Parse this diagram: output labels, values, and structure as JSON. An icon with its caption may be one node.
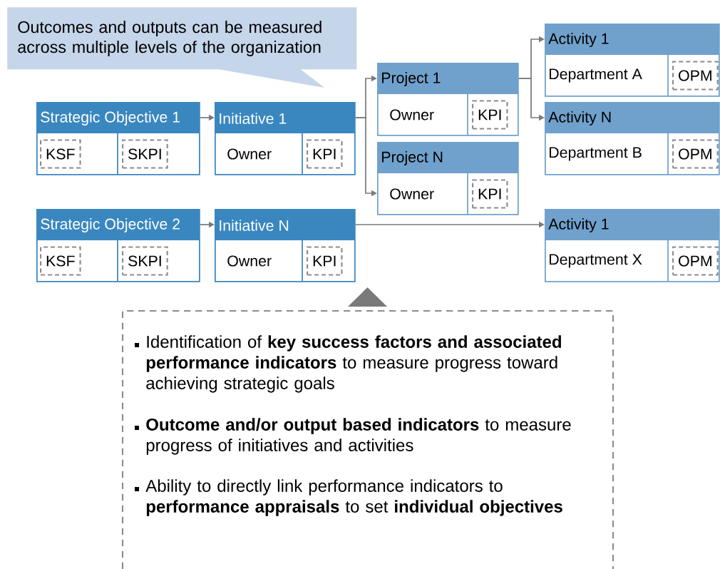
{
  "diagram": {
    "nodes": [
      {
        "text": [
          "Outcomes and outputs can be measured across multiple levels of the organization"
        ]
      },
      {
        "text": [
          "Strategic Objective 1"
        ]
      },
      {
        "text": [
          "KSF"
        ],
        "in": 1
      },
      {
        "text": [
          "SKPI"
        ],
        "in": 1
      },
      {
        "text": [
          "Initiative 1",
          "Owner"
        ]
      },
      {
        "text": [
          "KPI"
        ],
        "in": 4
      },
      {
        "text": [
          "Project 1",
          "Owner"
        ]
      },
      {
        "text": [
          "KPI"
        ],
        "in": 6
      },
      {
        "text": [
          "Activity 1",
          "Department A"
        ]
      },
      {
        "text": [
          "OPM"
        ],
        "in": 8
      },
      {
        "text": [
          "Activity N",
          "Department B"
        ]
      },
      {
        "text": [
          "OPM"
        ],
        "in": 10
      },
      {
        "text": [
          "Project N",
          "Owner"
        ]
      },
      {
        "text": [
          "KPI"
        ],
        "in": 12
      },
      {
        "text": [
          "Strategic Objective 2"
        ]
      },
      {
        "text": [
          "KSF"
        ],
        "in": 14
      },
      {
        "text": [
          "SKPI"
        ],
        "in": 14
      },
      {
        "text": [
          "Initiative N",
          "Owner"
        ]
      },
      {
        "text": [
          "KPI"
        ],
        "in": 17
      },
      {
        "text": [
          "Activity 1",
          "Department X"
        ]
      },
      {
        "text": [
          "OPM"
        ],
        "in": 19
      },
      {
        "text": [
          "Identification of **key success factors and associated performance indicators** to measure progress toward achieving strategic goals",
          "**Outcome and/or output based indicators** to measure progress of initiatives and activities",
          "Ability to directly link performance indicators to **performance appraisals** to set **individual objectives**"
        ]
      }
    ],
    "edges": [
      {
        "from": 1,
        "to": 4,
        "arrow": "to"
      },
      {
        "from": 4,
        "to": 6,
        "arrow": "to"
      },
      {
        "from": 4,
        "to": 12,
        "arrow": "to"
      },
      {
        "from": 6,
        "to": 8,
        "arrow": "to"
      },
      {
        "from": 6,
        "to": 10,
        "arrow": "to"
      },
      {
        "from": 14,
        "to": 17,
        "arrow": "to"
      },
      {
        "from": 17,
        "to": 19,
        "arrow": "to"
      }
    ]
  }
}
